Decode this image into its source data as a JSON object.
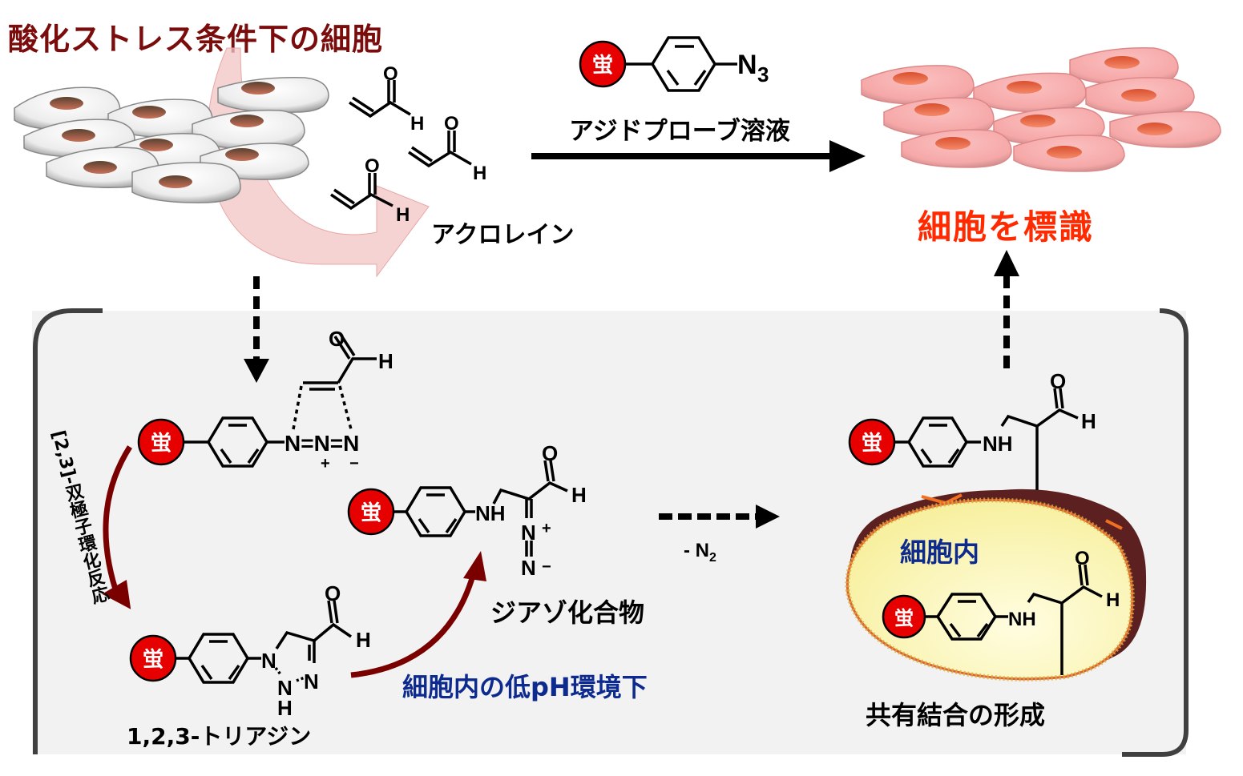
{
  "titles": {
    "oxidative_stress_cells": "酸化ストレス条件下の細胞",
    "label_cells": "細胞を標識",
    "acrolein": "アクロレイン",
    "azide_probe_solution": "アジドプローブ溶液",
    "cycloaddition": "[2,3]-双極子環化反応",
    "triazine": "1,2,3-トリアジン",
    "diazo_compound": "ジアゾ化合物",
    "low_ph": "細胞内の低pH環境下",
    "minus_n2": "- N",
    "minus_n2_sub": "2",
    "intracellular": "細胞内",
    "covalent_bond": "共有結合の形成"
  },
  "probe": {
    "fluorophore_glyph": "蛍",
    "azide_label": "N",
    "azide_sub": "3"
  },
  "atoms": {
    "O": "O",
    "H": "H",
    "N": "N",
    "NH": "NH",
    "plus": "+",
    "minus": "−"
  },
  "colors": {
    "dark_red": "#7b0c0c",
    "bright_red": "#ff2a00",
    "blue": "#0d2a8f",
    "fluor_red": "#e60000",
    "panel_bg": "#f2f2f2",
    "panel_border": "#404040",
    "gray_cell": "#e8e8e8",
    "pink_cell": "#f6a9a9",
    "nucleus_brown": "#6b4a35",
    "nucleus_orange": "#e8603c",
    "arrow_dark_red": "#7a0000",
    "cyto_yellow": "#fbf7b0"
  }
}
